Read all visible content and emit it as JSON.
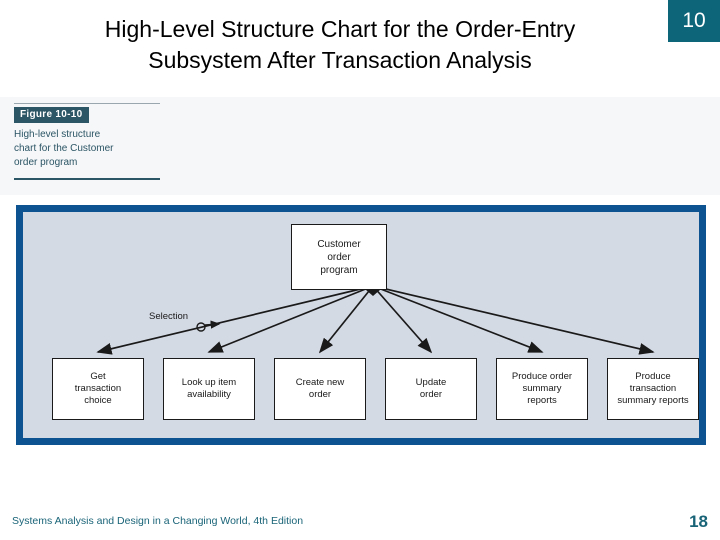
{
  "slide": {
    "title_line1": "High-Level Structure Chart for the Order-Entry",
    "title_line2": "Subsystem After Transaction Analysis",
    "page_badge": "10",
    "badge_color": "#0d6579"
  },
  "caption": {
    "figure_tag": "Figure 10-10",
    "text_line1": "High-level structure",
    "text_line2": "chart for the Customer",
    "text_line3": "order program",
    "accent_color": "#2c5565"
  },
  "diagram": {
    "border_color": "#0d5291",
    "panel_color": "#d4dae4",
    "root": {
      "label_line1": "Customer",
      "label_line2": "order",
      "label_line3": "program"
    },
    "annotation": {
      "selection_label": "Selection"
    },
    "leaves": [
      {
        "line1": "Get",
        "line2": "transaction",
        "line3": "choice"
      },
      {
        "line1": "Look up item",
        "line2": "availability",
        "line3": ""
      },
      {
        "line1": "Create new",
        "line2": "order",
        "line3": ""
      },
      {
        "line1": "Update",
        "line2": "order",
        "line3": ""
      },
      {
        "line1": "Produce order",
        "line2": "summary",
        "line3": "reports"
      },
      {
        "line1": "Produce",
        "line2": "transaction",
        "line3": "summary reports"
      }
    ]
  },
  "footer": {
    "source": "Systems Analysis and Design in a Changing World, 4th Edition",
    "page_number": "18",
    "color": "#1a6478"
  }
}
